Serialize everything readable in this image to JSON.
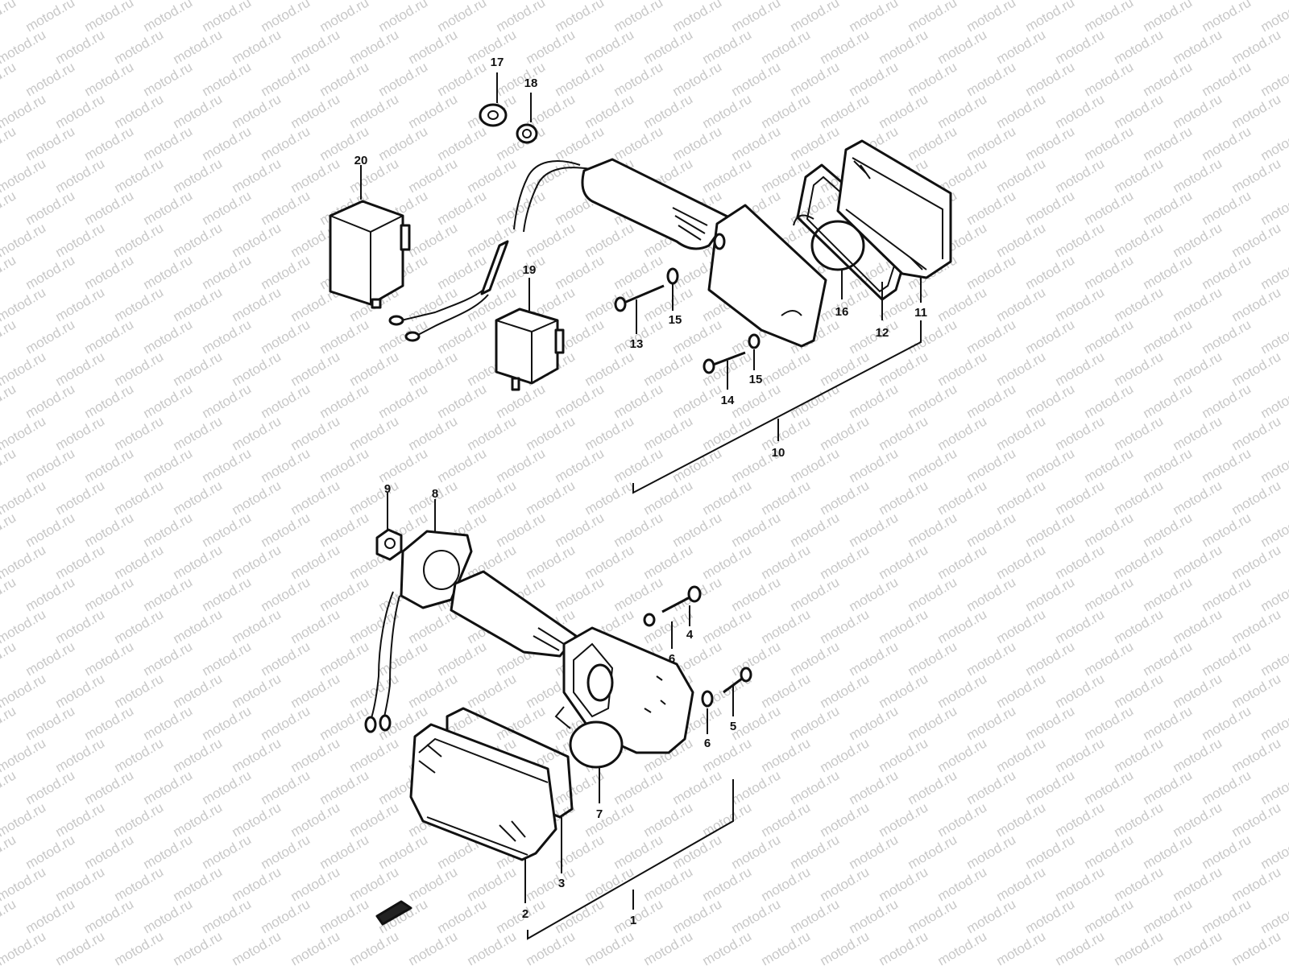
{
  "watermark": {
    "text": "motod.ru",
    "color": "#c8c8c8"
  },
  "diagram": {
    "line_color": "#111111",
    "background": "#ffffff",
    "callouts": {
      "c1": "1",
      "c2": "2",
      "c3": "3",
      "c4": "4",
      "c5": "5",
      "c6a": "6",
      "c6b": "6",
      "c7": "7",
      "c8": "8",
      "c9": "9",
      "c10": "10",
      "c11": "11",
      "c12": "12",
      "c13": "13",
      "c14": "14",
      "c15a": "15",
      "c15b": "15",
      "c16": "16",
      "c17": "17",
      "c18": "18",
      "c19": "19",
      "c20": "20"
    }
  }
}
